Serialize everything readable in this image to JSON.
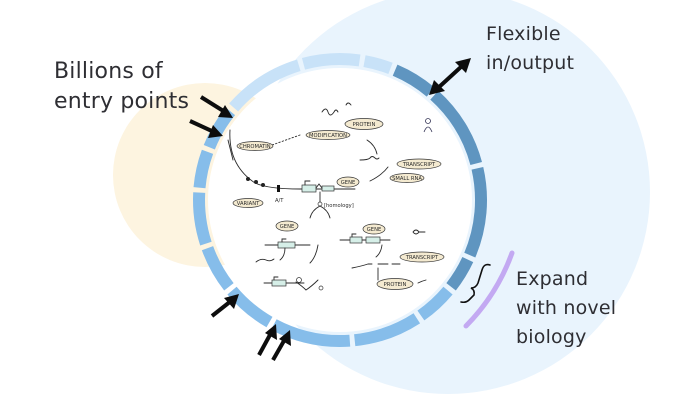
{
  "labels": {
    "entry": [
      "Billions of",
      "entry points"
    ],
    "flexible": [
      "Flexible",
      "in/output"
    ],
    "expand": [
      "Expand",
      "with novel",
      "biology"
    ]
  },
  "tags": {
    "chromatin": "CHROMATIN",
    "modification": "MODIFICATION",
    "protein_top": "PROTEIN",
    "transcript_top": "TRANSCRIPT",
    "small_rna": "SMALL RNA",
    "gene_main": "GENE",
    "variant": "VARIANT",
    "gene_left": "GENE",
    "gene_right": "GENE",
    "transcript_bottom": "TRANSCRIPT",
    "protein_bottom": "PROTEIN",
    "homology": "[homology]",
    "allele": "A/T"
  },
  "colors": {
    "yellow_blob": "#fdf4e0",
    "blue_blob": "#e9f4fd",
    "ring_light": "#c8e2f8",
    "ring_mid": "#86bdea",
    "ring_dark": "#5f95c0",
    "purple_arc": "#c3a9f2",
    "arrow": "#0d0d0d",
    "tag_fill": "#f4ead0"
  }
}
